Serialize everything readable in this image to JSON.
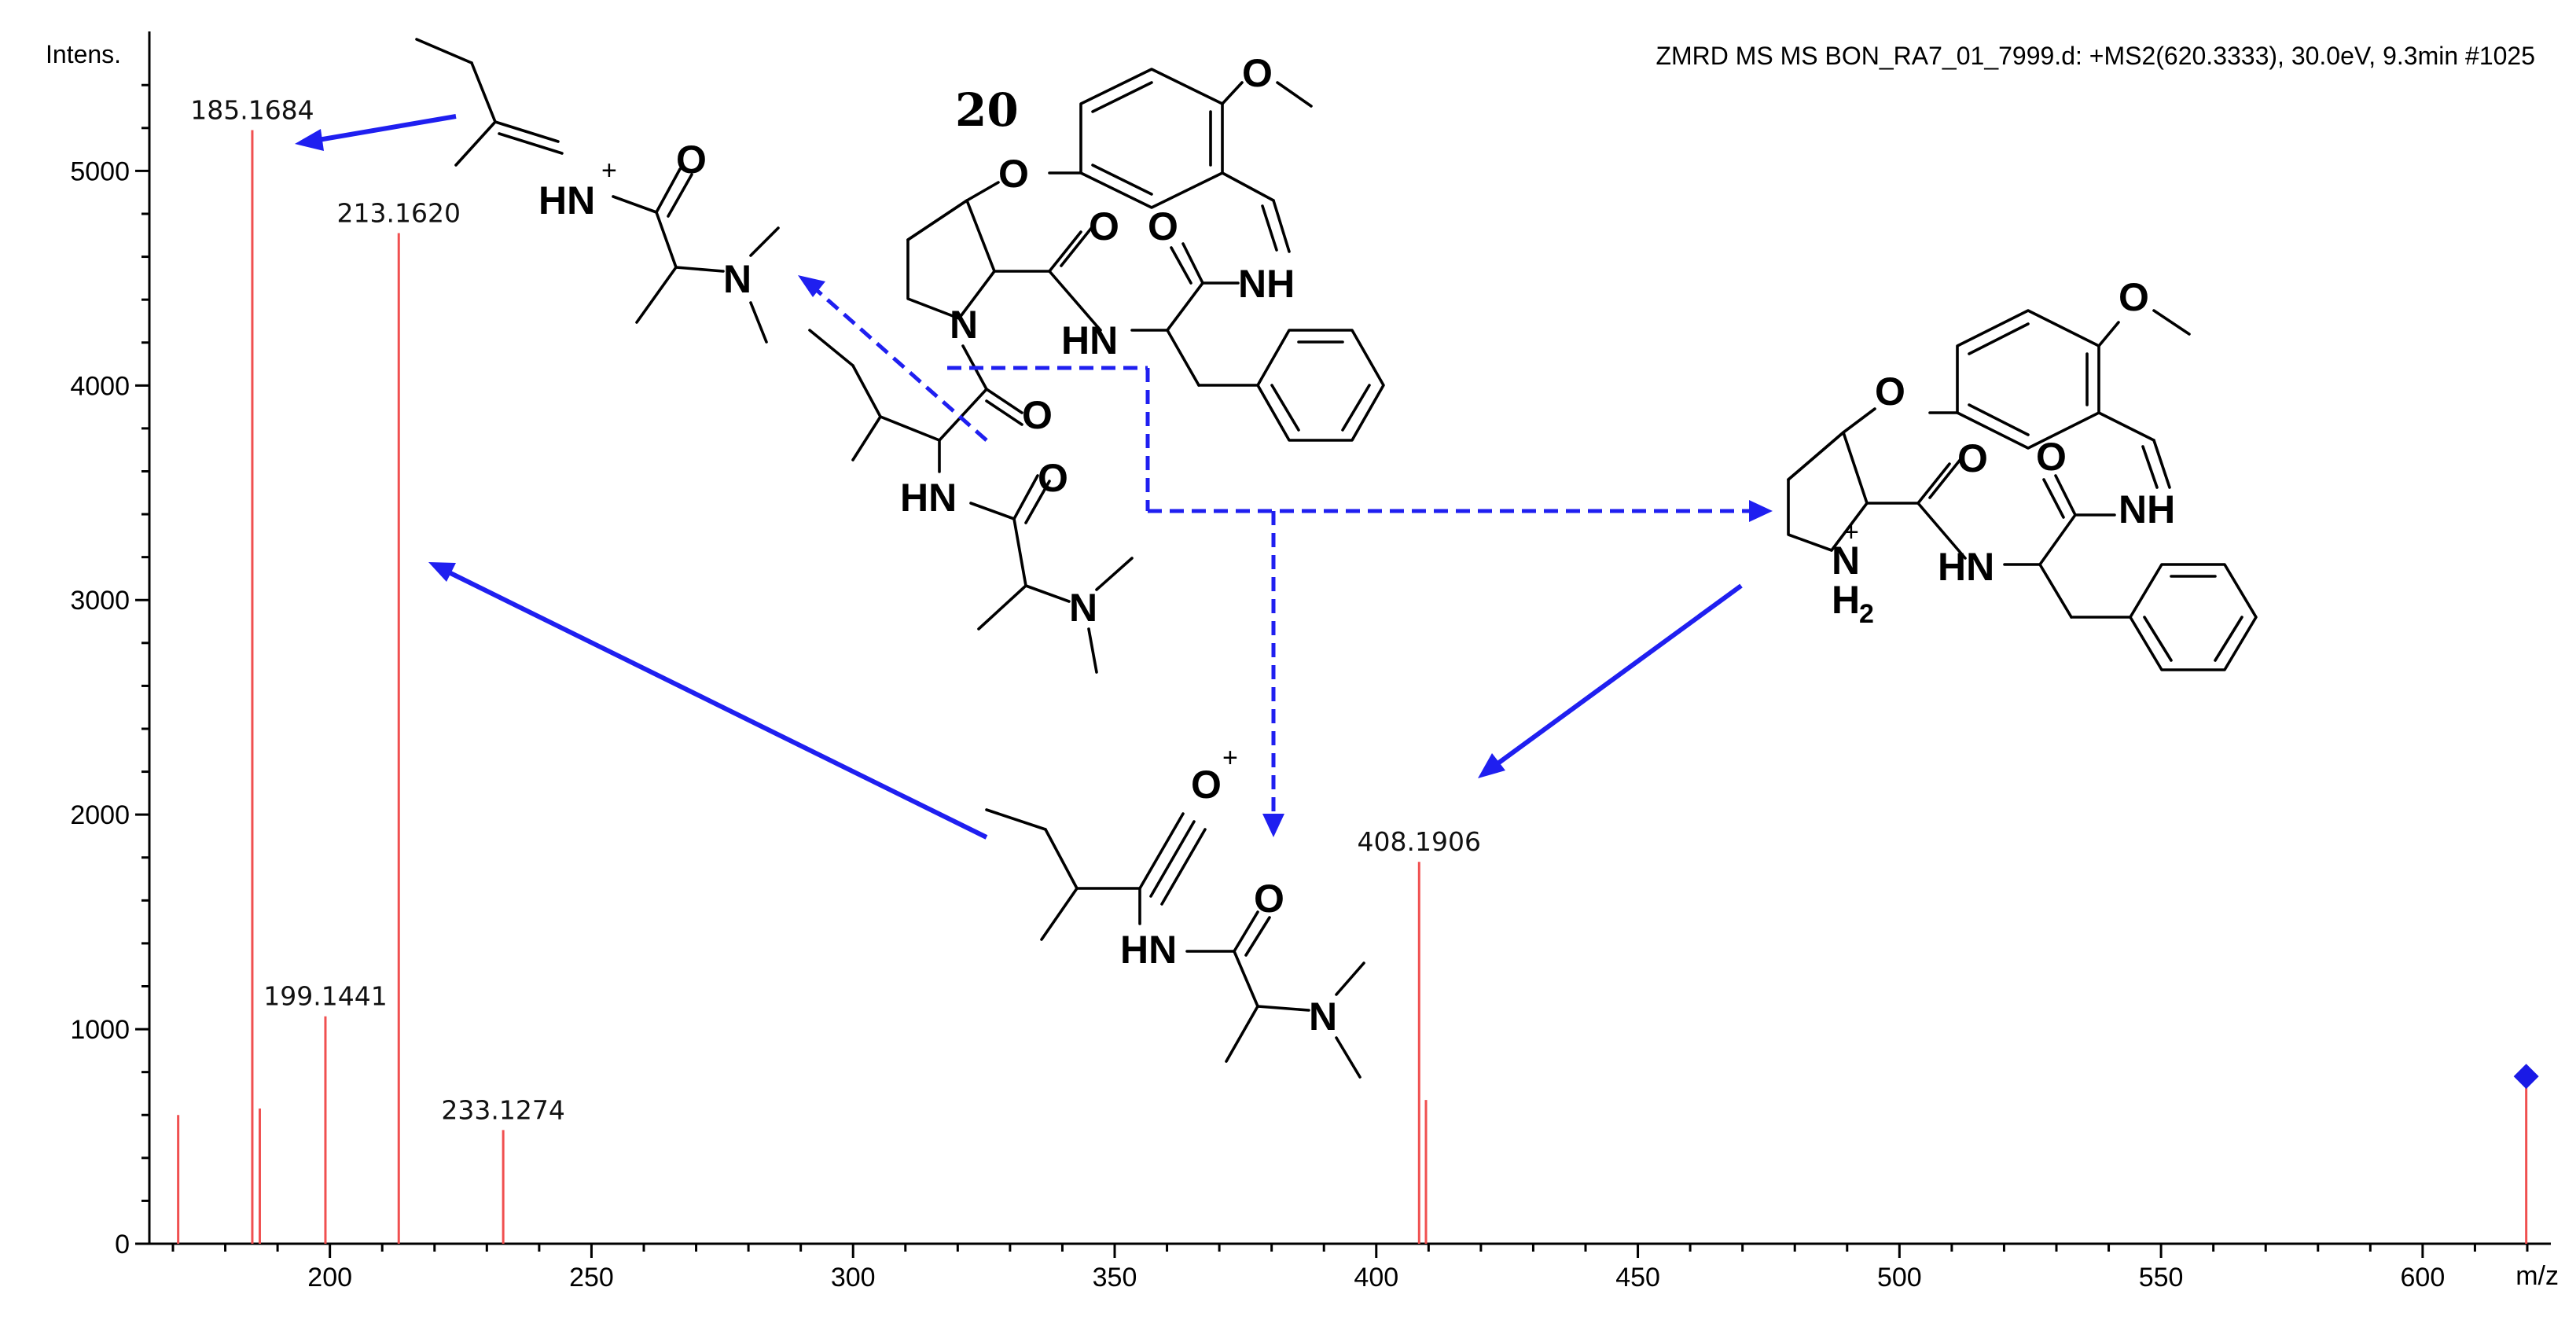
{
  "chart_data": {
    "type": "bar",
    "title": "ZMRD MS MS BON_RA7_01_7999.d: +MS2(620.3333), 30.0eV, 9.3min #1025",
    "ylabel": "Intens.",
    "xlabel": "m/z",
    "xlim": [
      166,
      622
    ],
    "ylim": [
      0,
      5650
    ],
    "x_ticks": [
      200,
      250,
      300,
      350,
      400,
      450,
      500,
      550,
      600
    ],
    "y_ticks": [
      0,
      1000,
      2000,
      3000,
      4000,
      5000
    ],
    "peak_color": "#f05050",
    "precursor_color": "#1a1ae6",
    "peaks": [
      {
        "mz": 171.0,
        "intensity": 600,
        "label": ""
      },
      {
        "mz": 185.1684,
        "intensity": 5190,
        "label": "185.1684"
      },
      {
        "mz": 186.6,
        "intensity": 630,
        "label": ""
      },
      {
        "mz": 199.1441,
        "intensity": 1060,
        "label": "199.1441"
      },
      {
        "mz": 213.162,
        "intensity": 4710,
        "label": "213.1620"
      },
      {
        "mz": 233.1274,
        "intensity": 530,
        "label": "233.1274"
      },
      {
        "mz": 408.1906,
        "intensity": 1780,
        "label": "408.1906"
      },
      {
        "mz": 409.5,
        "intensity": 670,
        "label": ""
      },
      {
        "mz": 619.8,
        "intensity": 770,
        "label": ""
      }
    ],
    "precursor": {
      "mz": 619.8,
      "intensity": 780
    }
  },
  "structure": {
    "compound_number": "20",
    "atoms": {
      "O": "O",
      "N": "N",
      "HN": "HN",
      "NH": "NH",
      "H2": "H",
      "H2_sub": "2",
      "plus": "+"
    }
  },
  "colors": {
    "arrow": "#1f1ff0",
    "axis": "#000000"
  }
}
